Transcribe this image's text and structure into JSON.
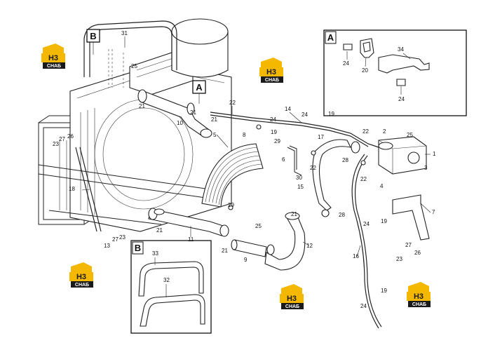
{
  "views": {
    "A": {
      "label": "A"
    },
    "B": {
      "label": "B"
    }
  },
  "logo": {
    "mark": "H3",
    "text": "СНАБ",
    "color": "#f5b800",
    "dark": "#1a1a1a"
  },
  "part_numbers": {
    "p1": "1",
    "p2": "2",
    "p3": "3",
    "p4": "4",
    "p5": "5",
    "p6": "6",
    "p7": "7",
    "p8": "8",
    "p9": "9",
    "p10": "10",
    "p11": "11",
    "p12": "12",
    "p13": "13",
    "p14": "14",
    "p15": "15",
    "p16": "16",
    "p17": "17",
    "p18": "18",
    "p19a": "19",
    "p19b": "19",
    "p19c": "19",
    "p19d": "19",
    "p20": "20",
    "p21a": "21",
    "p21b": "21",
    "p21c": "21",
    "p21d": "21",
    "p21e": "21",
    "p21f": "21",
    "p22a": "22",
    "p22b": "22",
    "p22c": "22",
    "p23a": "23",
    "p23b": "23",
    "p23c": "23",
    "p24a": "24",
    "p24b": "24",
    "p24c": "24",
    "p24d": "24",
    "p24e": "24",
    "p24f": "24",
    "p25a": "25",
    "p25b": "25",
    "p25c": "25",
    "p26a": "26",
    "p26b": "26",
    "p27a": "27",
    "p27b": "27",
    "p27c": "27",
    "p28a": "28",
    "p28b": "28",
    "p29a": "29",
    "p29b": "29",
    "p30": "30",
    "p31": "31",
    "p32": "32",
    "p33": "33",
    "p34": "34"
  }
}
